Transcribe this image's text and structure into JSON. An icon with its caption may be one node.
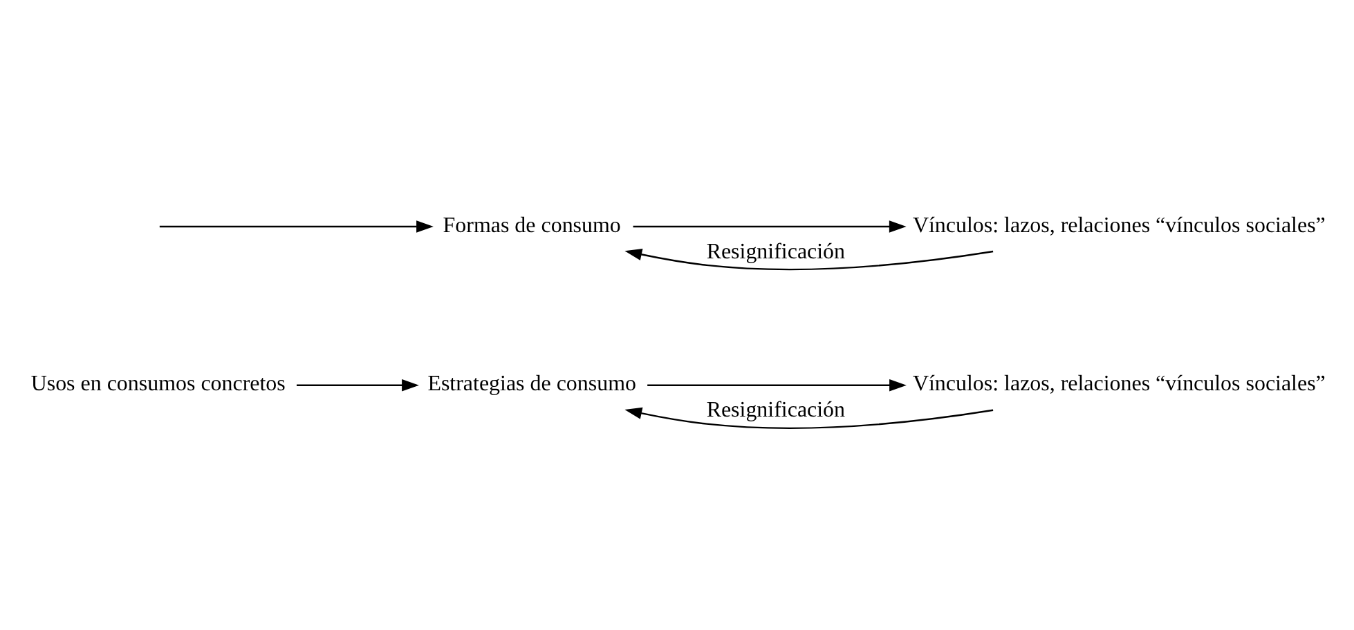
{
  "diagram": {
    "nodes": [
      {
        "text": [
          "Usos en consumos concretos"
        ]
      },
      {
        "text": [
          "Estrategias de consumo"
        ]
      },
      {
        "text": [
          "Vínculos: lazos, relaciones “vínculos sociales”"
        ]
      },
      {
        "text": [
          "Formas de consumo"
        ]
      },
      {
        "text": [
          "Vínculos: lazos, relaciones “vínculos sociales”"
        ]
      }
    ],
    "edges": [
      {
        "from": 0,
        "to": 1,
        "arrow": "to"
      },
      {
        "from": 1,
        "to": 2,
        "arrow": "to"
      },
      {
        "from": 2,
        "to": 1,
        "arrow": "to",
        "label": "Resignificación"
      },
      {
        "from": null,
        "to": 3,
        "arrow": "to"
      },
      {
        "from": 3,
        "to": 4,
        "arrow": "to"
      },
      {
        "from": 4,
        "to": 3,
        "arrow": "to",
        "label": "Resignificación"
      }
    ]
  }
}
